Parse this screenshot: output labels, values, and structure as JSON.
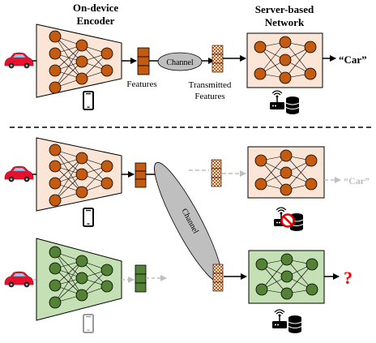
{
  "top": {
    "encoder_title_1": "On-device",
    "encoder_title_2": "Encoder",
    "server_title_1": "Server-based",
    "server_title_2": "Network",
    "features_label": "Features",
    "channel_label": "Channel",
    "transmitted_1": "Transmitted",
    "transmitted_2": "Features",
    "output_label": "“Car”"
  },
  "bottom": {
    "channel_label": "Channel",
    "faded_output_label": "“Car”",
    "unknown_output_label": "?"
  },
  "colors": {
    "encoder_fill": "#fbe5d6",
    "green_fill": "#c5e0b4",
    "node_orange": "#c55a11",
    "node_green": "#548235",
    "channel_gray": "#bfbfbf",
    "faded_gray": "#bfbfbf",
    "question_red": "#ff0000"
  },
  "icons": [
    "car-icon",
    "phone-icon",
    "server-router-icon",
    "no-entry-icon",
    "dashed-separator"
  ]
}
